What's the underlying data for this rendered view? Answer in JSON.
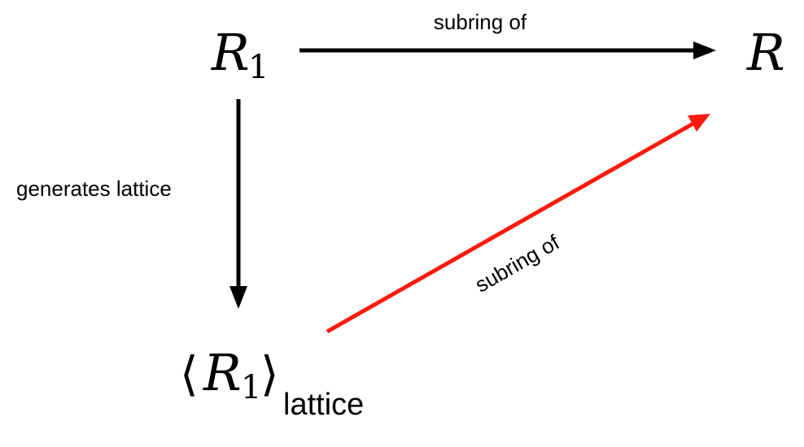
{
  "nodes": {
    "r1": {
      "base": "R",
      "sub": "1"
    },
    "r": {
      "label": "R"
    },
    "lattice": {
      "open": "⟨",
      "base": "R",
      "sub": "1",
      "close": "⟩",
      "suffix": "lattice"
    }
  },
  "edges": {
    "r1_to_r": {
      "label": "subring of",
      "color": "#000000"
    },
    "r1_to_lattice": {
      "label": "generates lattice",
      "color": "#000000"
    },
    "lattice_to_r": {
      "label": "subring of",
      "color": "#ff1a0d"
    }
  }
}
